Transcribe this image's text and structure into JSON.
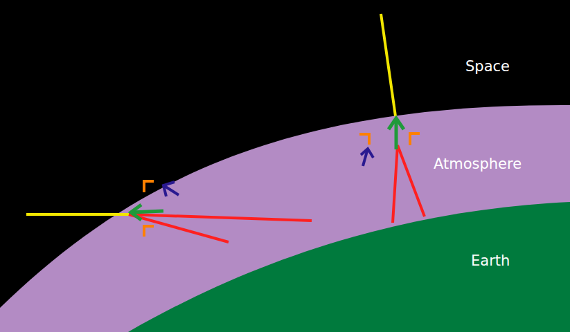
{
  "diagram": {
    "labels": [
      "Space",
      "Atmosphere",
      "Earth"
    ]
  }
}
